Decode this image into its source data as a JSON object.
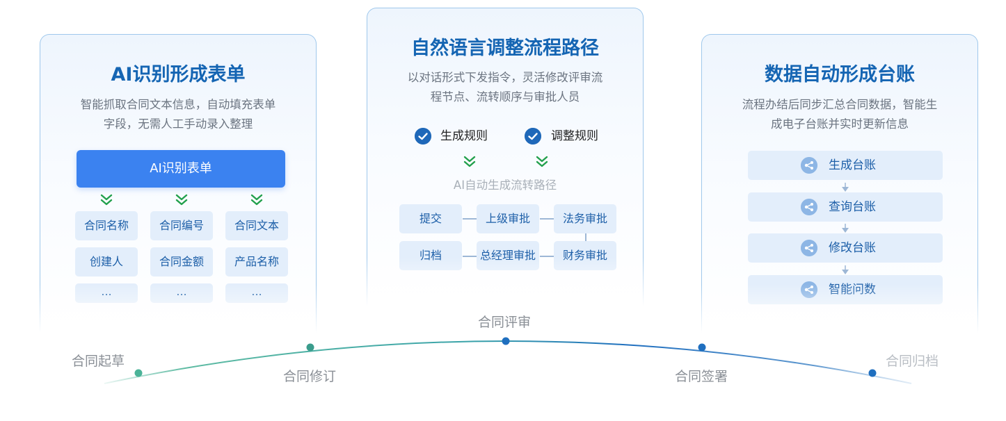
{
  "cards": {
    "left": {
      "title": "AI识别形成表单",
      "desc_line1": "智能抓取合同文本信息，自动填充表单",
      "desc_line2": "字段，无需人工手动录入整理",
      "button": "AI识别表单",
      "fields": [
        "合同名称",
        "合同编号",
        "合同文本",
        "创建人",
        "合同金额",
        "产品名称",
        "...",
        "...",
        "..."
      ]
    },
    "middle": {
      "title": "自然语言调整流程路径",
      "desc_line1": "以对话形式下发指令，灵活修改评审流",
      "desc_line2": "程节点、流转顺序与审批人员",
      "rules": [
        "生成规则",
        "调整规则"
      ],
      "generated_label": "AI自动生成流转路径",
      "flow_nodes": [
        "提交",
        "上级审批",
        "法务审批",
        "归档",
        "总经理审批",
        "财务审批"
      ]
    },
    "right": {
      "title": "数据自动形成台账",
      "desc_line1": "流程办结后同步汇总合同数据，智能生",
      "desc_line2": "成电子台账并实时更新信息",
      "steps": [
        "生成台账",
        "查询台账",
        "修改台账",
        "智能问数"
      ]
    }
  },
  "timeline": {
    "stages": [
      "合同起草",
      "合同修订",
      "合同评审",
      "合同签署",
      "合同归档"
    ]
  },
  "colors": {
    "title": "#1565b3",
    "primary": "#3b82f0",
    "chip_bg": "#e3eefb",
    "chip_text": "#1d5fa8",
    "check_bg": "#1f68b9",
    "chevron_green": "#22a04c",
    "arc_green": "#4bb398",
    "arc_blue": "#1f6fbf"
  },
  "icons": {
    "check": "check-circle-icon",
    "chevron": "double-chevron-down-icon",
    "ledger": "node-graph-icon",
    "arrow": "arrow-down-icon"
  }
}
